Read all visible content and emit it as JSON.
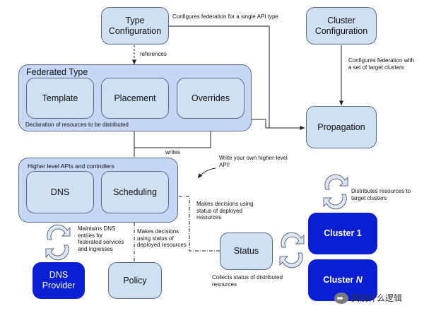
{
  "nodes": {
    "type_config": [
      "Type",
      "Configuration"
    ],
    "cluster_config": [
      "Cluster",
      "Configuration"
    ],
    "federated_type": "Federated Type",
    "template": "Template",
    "placement": "Placement",
    "overrides": "Overrides",
    "propagation": "Propagation",
    "higher_level": "Higher level APIs and controllers",
    "dns": "DNS",
    "scheduling": "Scheduling",
    "dns_provider": [
      "DNS",
      "Provider"
    ],
    "policy": "Policy",
    "status": "Status",
    "cluster1": "Cluster 1",
    "clusterN_prefix": "Cluster ",
    "clusterN_italic": "N"
  },
  "labels": {
    "configures_single": "Configures federation for a single API type",
    "references": "references",
    "configures_set": [
      "Configures federation with",
      "a set of target clusters"
    ],
    "declaration": "Declaration of resources to be distributed",
    "writes": "writes",
    "write_own": [
      "Write your own higher-level",
      "API!"
    ],
    "makes_decisions_right": [
      "Makes decisions using",
      "status of deployed",
      "resources"
    ],
    "distributes": [
      "Distributes resources to",
      "target clusters"
    ],
    "maintains_dns": [
      "Maintains DNS",
      "entries for",
      "federated services",
      "and ingresses"
    ],
    "makes_decisions_left": [
      "Makes decisions",
      "using status of",
      "deployed resources"
    ],
    "collects": [
      "Collects status of distributed",
      "resources"
    ]
  },
  "watermark": "真没什么逻辑",
  "colors": {
    "box_fill": "#cfe0f3",
    "group_fill": "#c6d6f5",
    "cluster_fill": "#0a1fd3",
    "stroke": "#5a6a86"
  }
}
